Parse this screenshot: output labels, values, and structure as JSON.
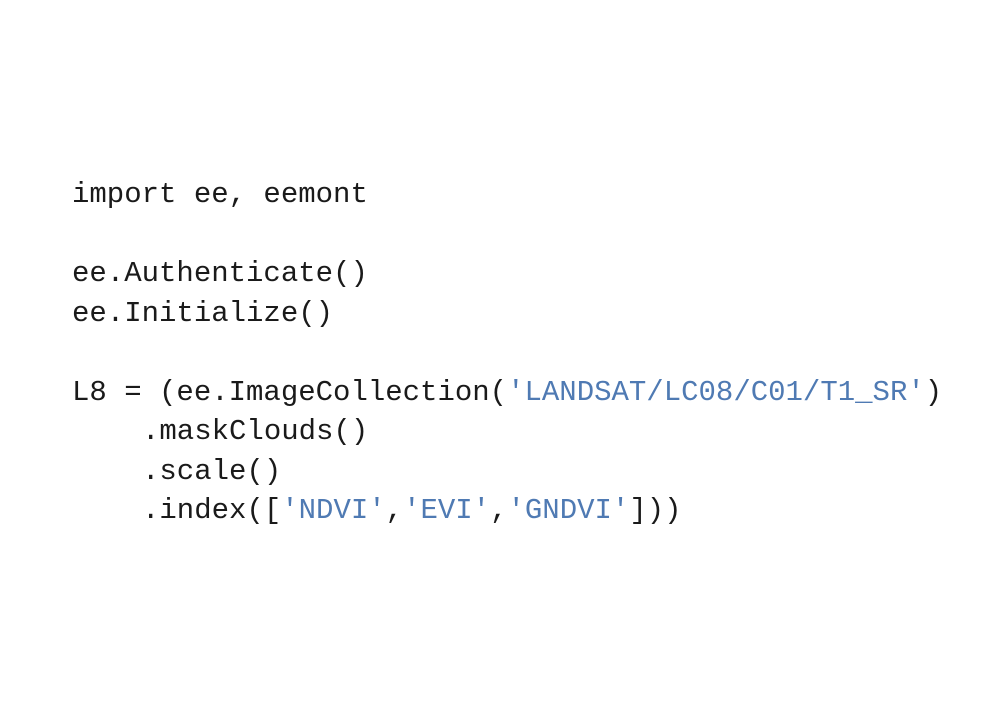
{
  "code": {
    "line1": "import ee, eemont",
    "line2": "ee.Authenticate()",
    "line3": "ee.Initialize()",
    "line4": {
      "prefix": "L8 = (ee.ImageCollection(",
      "string": "'LANDSAT/LC08/C01/T1_SR'",
      "suffix": ")"
    },
    "line5": ".maskClouds()",
    "line6": ".scale()",
    "line7": {
      "prefix": ".index([",
      "s1": "'NDVI'",
      "c1": ",",
      "s2": "'EVI'",
      "c2": ",",
      "s3": "'GNDVI'",
      "suffix": "]))"
    }
  },
  "colors": {
    "text": "#1a1a1a",
    "string": "#4f7ab3",
    "background": "#ffffff"
  }
}
